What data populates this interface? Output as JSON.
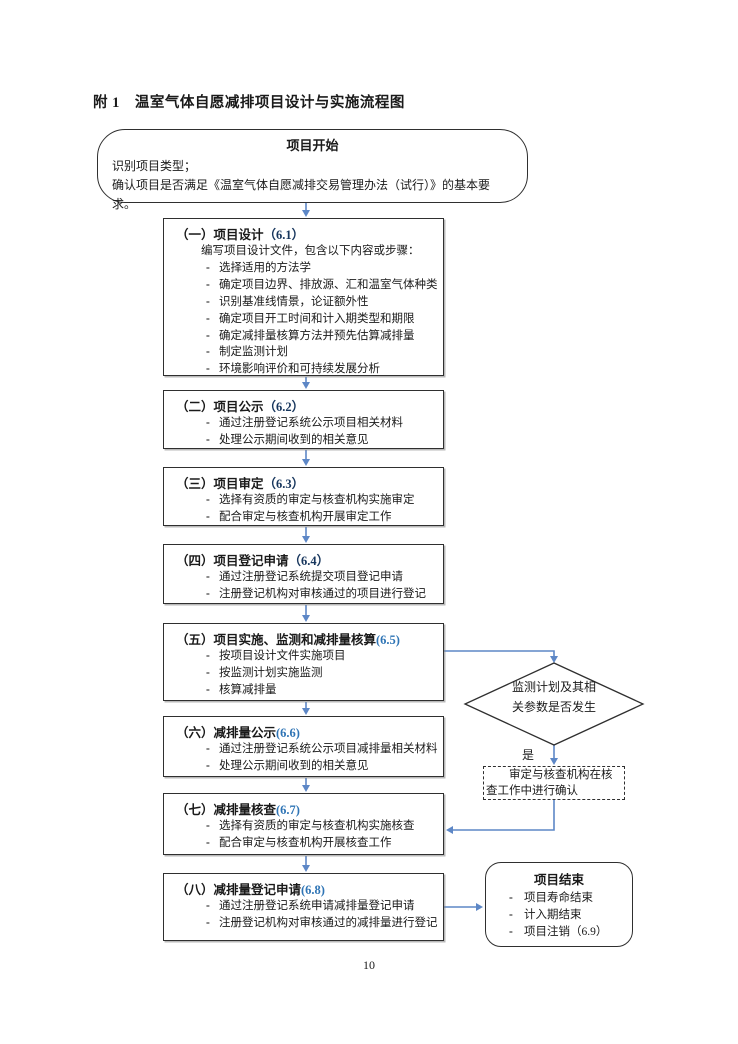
{
  "page": {
    "title": "附 1　温室气体自愿减排项目设计与实施流程图",
    "page_number": "10"
  },
  "colors": {
    "connector_blue": "#5d87c6",
    "section_number_dark": "#17365d",
    "section_number_blue": "#2e74b5",
    "box_border": "#2f2f2f"
  },
  "flowchart": {
    "start": {
      "title": "项目开始",
      "line1": "识别项目类型；",
      "line2": "确认项目是否满足《温室气体自愿减排交易管理办法（试行）》的基本要求。"
    },
    "steps": [
      {
        "title": "（一）项目设计",
        "number": "（6.1）",
        "intro": "编写项目设计文件，包含以下内容或步骤：",
        "items": [
          "选择适用的方法学",
          "确定项目边界、排放源、汇和温室气体种类",
          "识别基准线情景，论证额外性",
          "确定项目开工时间和计入期类型和期限",
          "确定减排量核算方法并预先估算减排量",
          "制定监测计划",
          "环境影响评价和可持续发展分析"
        ]
      },
      {
        "title": "（二）项目公示",
        "number": "（6.2）",
        "items": [
          "通过注册登记系统公示项目相关材料",
          "处理公示期间收到的相关意见"
        ]
      },
      {
        "title": "（三）项目审定",
        "number": "（6.3）",
        "items": [
          "选择有资质的审定与核查机构实施审定",
          "配合审定与核查机构开展审定工作"
        ]
      },
      {
        "title": "（四）项目登记申请",
        "number": "（6.4）",
        "items": [
          "通过注册登记系统提交项目登记申请",
          "注册登记机构对审核通过的项目进行登记"
        ]
      },
      {
        "title": "（五）项目实施、监测和减排量核算",
        "number": "(6.5)",
        "items": [
          "按项目设计文件实施项目",
          "按监测计划实施监测",
          "核算减排量"
        ]
      },
      {
        "title": "（六）减排量公示",
        "number": "(6.6)",
        "items": [
          "通过注册登记系统公示项目减排量相关材料",
          "处理公示期间收到的相关意见"
        ]
      },
      {
        "title": "（七）减排量核查",
        "number": "(6.7)",
        "items": [
          "选择有资质的审定与核查机构实施核查",
          "配合审定与核查机构开展核查工作"
        ]
      },
      {
        "title": "（八）减排量登记申请",
        "number": "(6.8)",
        "items": [
          "通过注册登记系统申请减排量登记申请",
          "注册登记机构对审核通过的减排量进行登记"
        ]
      }
    ],
    "decision": {
      "line1": "监测计划及其相",
      "line2": "关参数是否发生"
    },
    "decision_yes_label": "是",
    "confirm_note": "审定与核查机构在核查工作中进行确认",
    "end": {
      "title": "项目结束",
      "items": [
        "项目寿命结束",
        "计入期结束",
        "项目注销（6.9）"
      ]
    }
  }
}
